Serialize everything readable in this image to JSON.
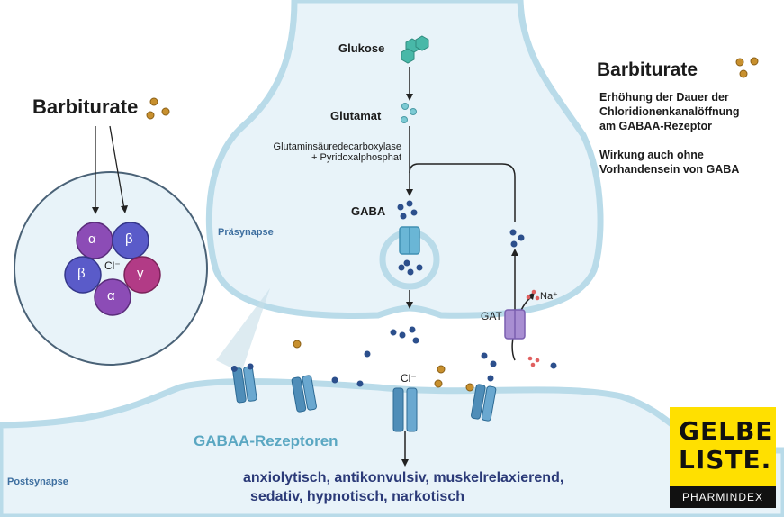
{
  "labels": {
    "glucose": "Glukose",
    "glutamate": "Glutamat",
    "enzyme_line1": "Glutaminsäuredecarboxylase",
    "enzyme_line2": "+ Pyridoxalphosphat",
    "gaba": "GABA",
    "presynapse": "Präsynapse",
    "postsynapse": "Postsynapse",
    "gat": "GAT",
    "na": "Na⁺",
    "cl_receptor": "Cl⁻",
    "cl_zoom": "Cl⁻",
    "receptors_title": "GABAA-Rezeptoren",
    "effects_line1": "anxiolytisch, antikonvulsiv, muskelrelaxierend,",
    "effects_line2": "sedativ, hypnotisch, narkotisch"
  },
  "left_panel": {
    "title": "Barbiturate",
    "subunits": [
      "α",
      "β",
      "β",
      "γ",
      "α"
    ]
  },
  "right_panel": {
    "title": "Barbiturate",
    "text1_lines": [
      "Erhöhung der Dauer der",
      "Chloridionenkanalöffnung",
      "am GABAA-Rezeptor"
    ],
    "text2_lines": [
      "Wirkung auch ohne",
      "Vorhandensein von GABA"
    ]
  },
  "logo": {
    "line1": "GELBE",
    "line2": "LISTE.",
    "bar": "PHARMINDEX"
  },
  "colors": {
    "cell_fill": "#e8f3f9",
    "membrane": "#b9dbe9",
    "gaba_dot": "#2c4f8c",
    "barbiturate_dot": "#c8902e",
    "glucose": "#48b8a8",
    "glutamate": "#7ccad4",
    "alpha": "#8c4cb6",
    "beta": "#5a5bc9",
    "gamma": "#b23b86",
    "receptor": "#4f8db8",
    "gat": "#a88ed2",
    "na": "#e06060",
    "logo_yellow": "#ffe000"
  }
}
